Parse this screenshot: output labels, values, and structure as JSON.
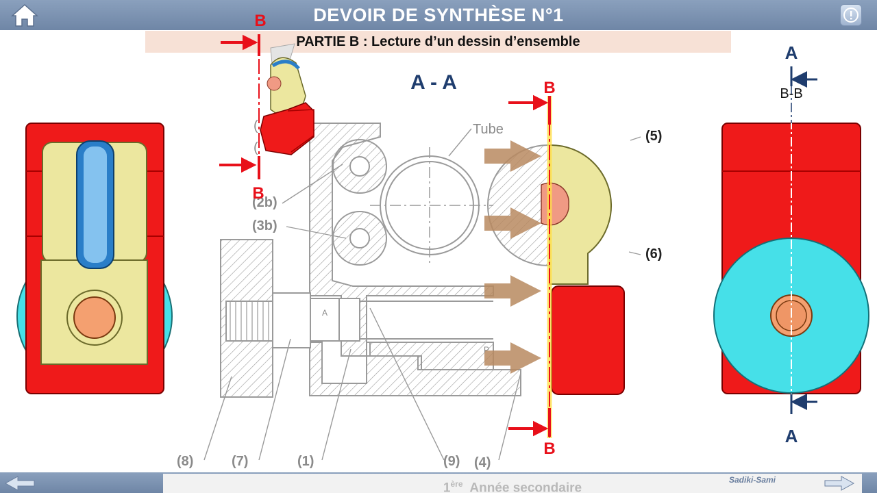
{
  "header": {
    "title": "DEVOIR DE SYNTHÈSE N°1",
    "subtitle": "PARTIE B : Lecture d’un dessin d’ensemble"
  },
  "footer": {
    "level_number": "1",
    "level_suffix": "ère",
    "level_text": "Année secondaire",
    "logo_text": "Sadiki-Sami"
  },
  "drawing": {
    "section_aa_title": "A - A",
    "tube_label": "Tube",
    "view_label_a": "A",
    "section_bb_label": "B-B",
    "cut_letter_b": "B",
    "feature_a": "A",
    "feature_p": "P",
    "parts": {
      "p1": "(1)",
      "p2b": "(2b)",
      "p3b": "(3b)",
      "p4": "(4)",
      "p5": "(5)",
      "p6": "(6)",
      "p7": "(7)",
      "p8": "(8)",
      "p9": "(9)",
      "p_hidden1": "(",
      "p_hidden2": "("
    }
  },
  "colors": {
    "header_bg": "#7d93b2",
    "cut_red": "#e8101a",
    "body_red": "#ef1a1a",
    "yellow_part": "#ece79f",
    "cyan_wheel": "#46e0e8",
    "blue_label": "#1f3d6e"
  }
}
